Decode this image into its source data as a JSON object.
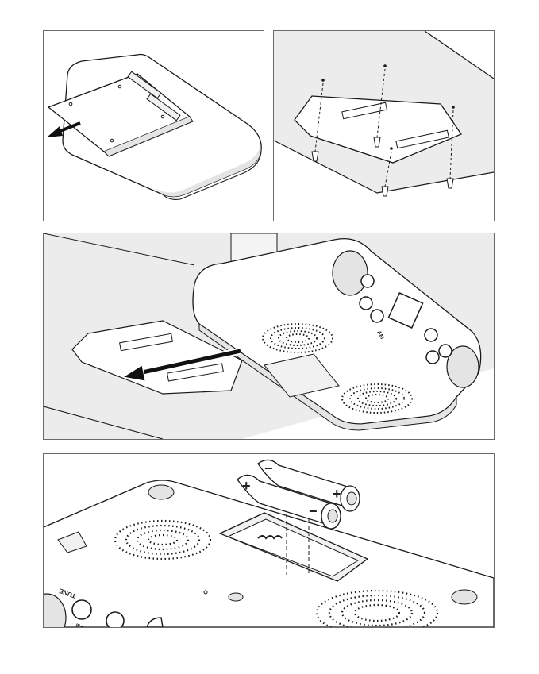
{
  "radio_labels": {
    "am": "AM",
    "tune": "TUNE",
    "fm": "FM"
  },
  "battery": {
    "plus": "+",
    "minus": "−"
  },
  "colors": {
    "line": "#1a1a1a",
    "shade": "#e4e4e4",
    "light_shade": "#f1f1f1",
    "arrow": "#111111",
    "border": "#6a6a6a"
  }
}
